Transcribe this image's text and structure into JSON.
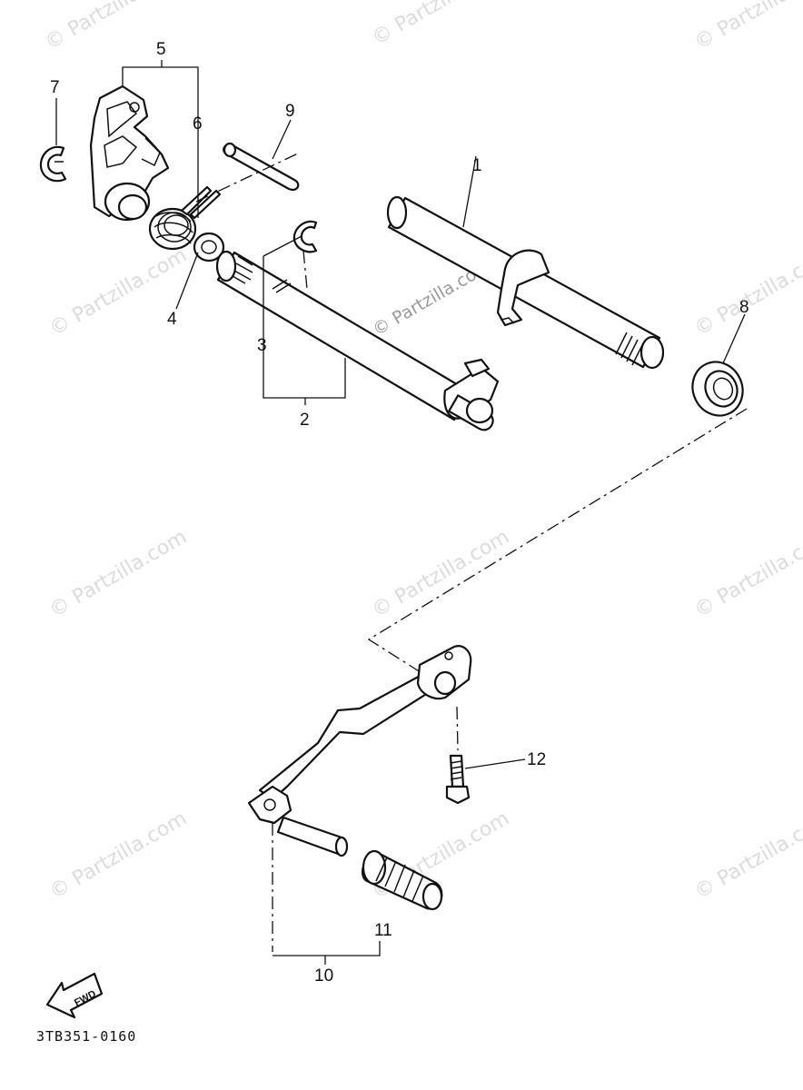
{
  "watermark": "© Partzilla.com",
  "callouts": {
    "p1": "1",
    "p2": "2",
    "p3": "3",
    "p4": "4",
    "p5": "5",
    "p6": "6",
    "p7": "7",
    "p8": "8",
    "p9": "9",
    "p10": "10",
    "p11": "11",
    "p12": "12"
  },
  "fwd_label": "FWD",
  "diagram_code": "3TB351-0160"
}
